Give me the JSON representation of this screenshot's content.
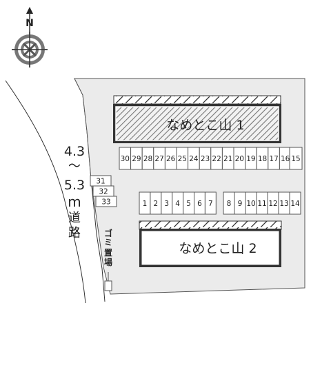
{
  "compass": {
    "north": "N",
    "icon": "compass-rose-icon"
  },
  "road": {
    "width_lines": [
      "4.3",
      "〜",
      "5.3",
      "m",
      "道",
      "路"
    ]
  },
  "garbage": {
    "label_lines": [
      "ゴ",
      "ミ",
      "置",
      "場"
    ]
  },
  "buildings": [
    {
      "name": "なめとこ山 1",
      "style": "hatched"
    },
    {
      "name": "なめとこ山 2",
      "style": "plain"
    }
  ],
  "parking_row_upper": [
    "30",
    "29",
    "28",
    "27",
    "26",
    "25",
    "24",
    "23",
    "22",
    "21",
    "20",
    "19",
    "18",
    "17",
    "16"
  ],
  "parking_single": "15",
  "parking_row_lower_left": [
    "1",
    "2",
    "3",
    "4",
    "5",
    "6",
    "7"
  ],
  "parking_row_lower_right": [
    "8",
    "9",
    "10",
    "11",
    "12",
    "13",
    "14"
  ],
  "parking_side": [
    "31",
    "32",
    "33"
  ],
  "colors": {
    "site": "#ebebeb",
    "outline": "#444444",
    "hatch": "#8a8a8a"
  }
}
